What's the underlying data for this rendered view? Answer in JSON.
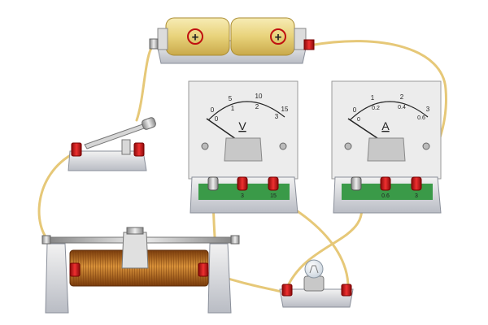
{
  "battery": {
    "cell_symbols": [
      "+",
      "+"
    ]
  },
  "voltmeter": {
    "symbol": "V",
    "outer_scale": [
      "0",
      "5",
      "10",
      "15"
    ],
    "inner_scale": [
      "0",
      "1",
      "2",
      "3"
    ],
    "terminals": [
      "3",
      "15"
    ]
  },
  "ammeter": {
    "symbol": "A",
    "outer_scale": [
      "0",
      "1",
      "2",
      "3"
    ],
    "inner_scale": [
      "0",
      "0.2",
      "0.4",
      "0.6"
    ],
    "terminals": [
      "0.6",
      "3"
    ]
  },
  "colors": {
    "wire": "#e6c878",
    "terminal_red": "#d01818",
    "terminal_green_panel": "#3a9a48",
    "meter_body": "#e4e4e4",
    "coil": "#b86a1e",
    "battery": "#e8d27a"
  }
}
